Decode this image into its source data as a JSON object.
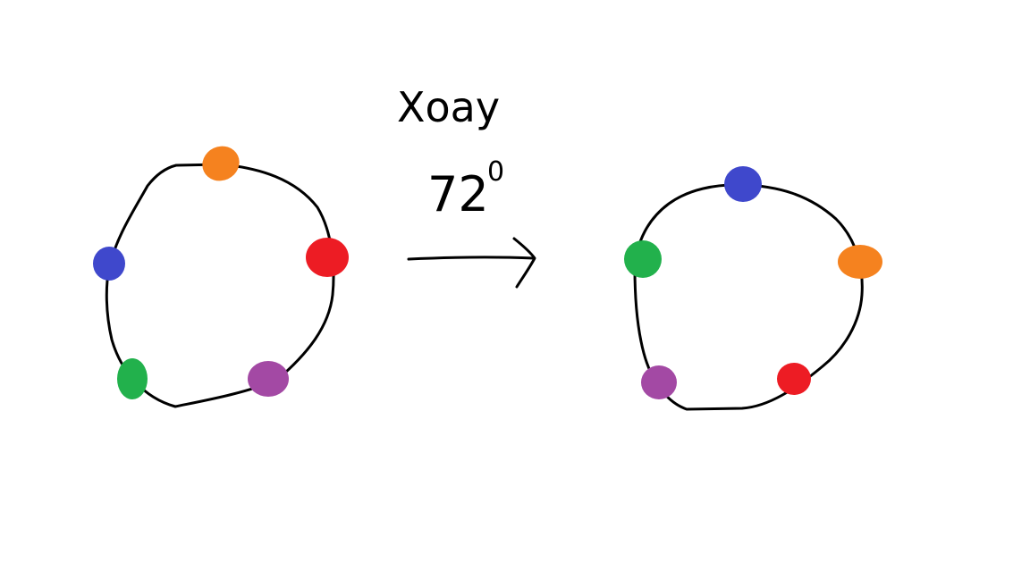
{
  "annotation": {
    "rotate_word": "Xoay",
    "angle_value": "72",
    "angle_unit": "0"
  },
  "colors": {
    "stroke": "#000000",
    "orange": "#F5821F",
    "blue": "#3F48CC",
    "red": "#ED1C24",
    "green": "#22B14C",
    "purple": "#A349A4"
  },
  "before_circle": {
    "points": [
      {
        "name": "orange-dot",
        "color": "orange"
      },
      {
        "name": "red-dot",
        "color": "red"
      },
      {
        "name": "purple-dot",
        "color": "purple"
      },
      {
        "name": "green-dot",
        "color": "green"
      },
      {
        "name": "blue-dot",
        "color": "blue"
      }
    ]
  },
  "after_circle": {
    "points": [
      {
        "name": "blue-dot",
        "color": "blue"
      },
      {
        "name": "orange-dot",
        "color": "orange"
      },
      {
        "name": "red-dot",
        "color": "red"
      },
      {
        "name": "purple-dot",
        "color": "purple"
      },
      {
        "name": "green-dot",
        "color": "green"
      }
    ]
  }
}
